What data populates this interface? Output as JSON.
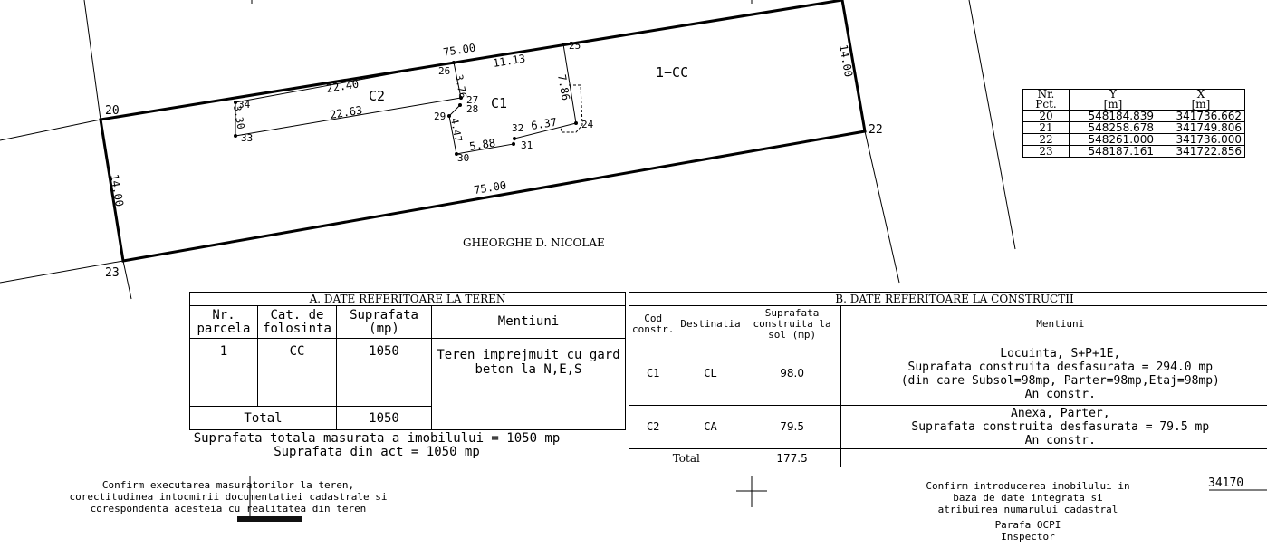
{
  "plan": {
    "points": {
      "p20": "20",
      "p22": "22",
      "p23": "23",
      "p24": "24",
      "p25": "25",
      "p26": "26",
      "p27": "27",
      "p28": "28",
      "p29": "29",
      "p30": "30",
      "p31": "31",
      "p32": "32",
      "p33": "33",
      "p34": "34"
    },
    "dims": {
      "top": "75.00",
      "bottom": "75.00",
      "right": "14.00",
      "left": "14.00",
      "c2_top": "22.40",
      "c2_bottom": "22.63",
      "c2_end": "3.30",
      "c1_top": "11.13",
      "c1_right": "7.86",
      "c1_a": "3.76",
      "c1_b": "4.47",
      "c1_c": "5.88",
      "c1_d": "6.37"
    },
    "labels": {
      "c1": "C1",
      "c2": "C2",
      "parcel": "1−CC",
      "owner": "GHEORGHE D. NICOLAE"
    }
  },
  "coord_table": {
    "headers": [
      "Nr.",
      "Pct.",
      "Y",
      "[m]",
      "X",
      "[m]"
    ],
    "rows": [
      [
        "20",
        "548184.839",
        "341736.662"
      ],
      [
        "21",
        "548258.678",
        "341749.806"
      ],
      [
        "22",
        "548261.000",
        "341736.000"
      ],
      [
        "23",
        "548187.161",
        "341722.856"
      ]
    ]
  },
  "table_a": {
    "title": "A. DATE REFERITOARE LA TEREN",
    "headers": [
      "Nr. parcela",
      "Cat. de folosinta",
      "Suprafata (mp)",
      "Mentiuni"
    ],
    "row": [
      "1",
      "CC",
      "1050",
      "Teren imprejmuit cu gard beton la N,E,S"
    ],
    "total_label": "Total",
    "total_value": "1050"
  },
  "summary": {
    "line1": "Suprafata totala masurata a imobilului = 1050 mp",
    "line2": "Suprafata din act = 1050 mp"
  },
  "table_b": {
    "title": "B. DATE REFERITOARE LA CONSTRUCTII",
    "headers": [
      "Cod constr.",
      "Destinatia",
      "Suprafata construita la sol (mp)",
      "Mentiuni"
    ],
    "rows": [
      {
        "cod": "C1",
        "dest": "CL",
        "supr": "98.0",
        "m1": "Locuinta, S+P+1E,",
        "m2": "Suprafata construita desfasurata = 294.0 mp",
        "m3": "(din care Subsol=98mp, Parter=98mp,Etaj=98mp)",
        "m4": "An constr."
      },
      {
        "cod": "C2",
        "dest": "CA",
        "supr": "79.5",
        "m1": "Anexa, Parter,",
        "m2": "Suprafata construita desfasurata = 79.5 mp",
        "m3": "An constr."
      }
    ],
    "total_label": "Total",
    "total_value": "177.5"
  },
  "confirm_left": {
    "l1": "Confirm executarea masuratorilor la teren,",
    "l2": "corectitudinea intocmirii documentatiei cadastrale si",
    "l3": "corespondenta acesteia cu realitatea din teren"
  },
  "confirm_right": {
    "l1": "Confirm introducerea imobilului in",
    "l2": "baza de date integrata si",
    "l3": "atribuirea numarului cadastral",
    "l4": "Parafa OCPI",
    "l5": "Inspector"
  },
  "cadastral_number": "34170"
}
